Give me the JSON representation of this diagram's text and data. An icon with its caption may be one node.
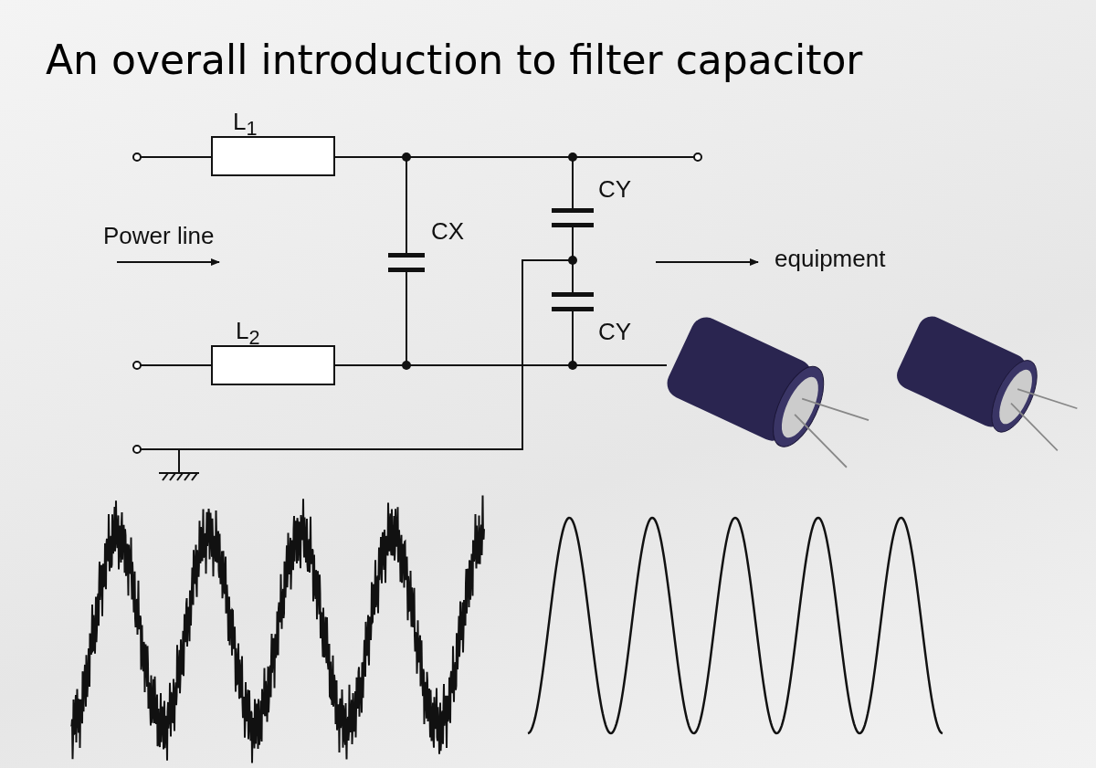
{
  "diagram": {
    "title": "An overall introduction to filter capacitor",
    "labels": [
      "L$_{1}$",
      "CY",
      "CX",
      "Power line",
      "equipment",
      "L$_{2}$",
      "CY"
    ]
  }
}
